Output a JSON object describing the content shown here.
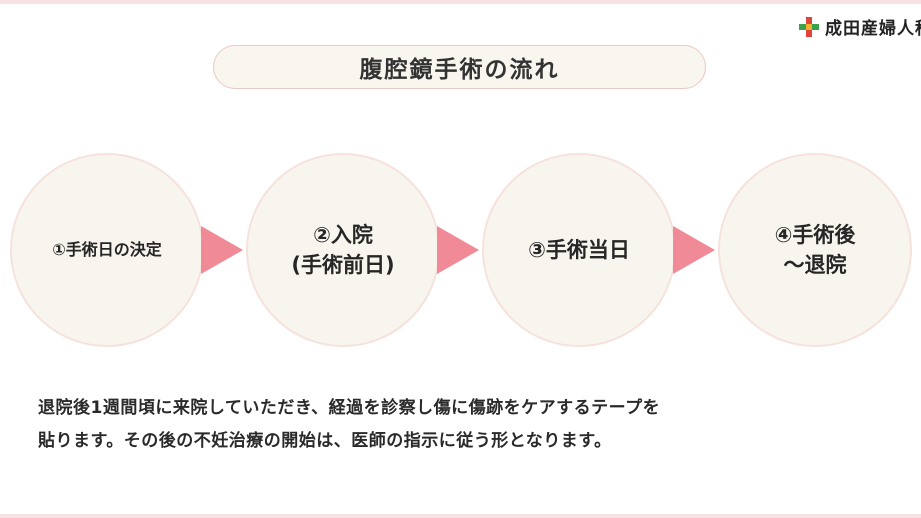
{
  "logo": {
    "text": "成田産婦人科"
  },
  "title": "腹腔鏡手術の流れ",
  "steps": [
    {
      "label": "①手術日の決定"
    },
    {
      "label": "②入院\n(手術前日)"
    },
    {
      "label": "③手術当日"
    },
    {
      "label": "④手術後\n～退院"
    }
  ],
  "description": {
    "line1": "退院後1週間頃に来院していただき、経過を診察し傷に傷跡をケアするテープを",
    "line2": "貼ります。その後の不妊治療の開始は、医師の指示に従う形となります。"
  },
  "colors": {
    "arrow": "#f08a97",
    "circle_fill": "#f8f5ee",
    "circle_border": "#f6e2dd",
    "pill_fill": "#f8f6ee"
  }
}
